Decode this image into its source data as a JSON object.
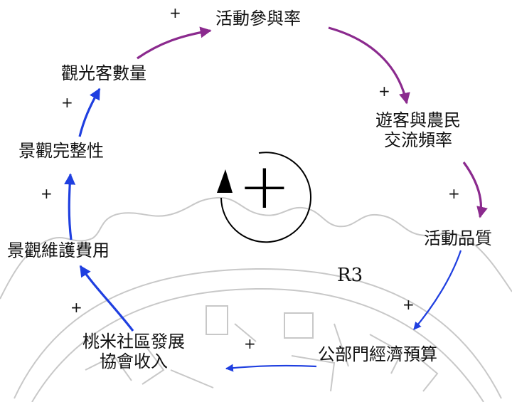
{
  "diagram": {
    "loop_id": "R3",
    "loop_polarity": "+",
    "colors": {
      "arrow_purple": "#8B2A8E",
      "arrow_blue": "#1F3FE0",
      "watermark": "#c8c8c8",
      "text": "#111111"
    },
    "nodes": {
      "participation_rate": "活動參與率",
      "visitor_farmer_exchange_line1": "遊客與農民",
      "visitor_farmer_exchange_line2": "交流頻率",
      "activity_quality": "活動品質",
      "public_budget": "公部門經濟預算",
      "association_income_line1": "桃米社區發展",
      "association_income_line2": "協會收入",
      "landscape_maintenance": "景觀維護費用",
      "landscape_integrity": "景觀完整性",
      "tourist_count": "觀光客數量"
    },
    "links": [
      {
        "from": "tourist_count",
        "to": "participation_rate",
        "polarity": "+",
        "color": "purple"
      },
      {
        "from": "participation_rate",
        "to": "visitor_farmer_exchange",
        "polarity": "+",
        "color": "purple"
      },
      {
        "from": "visitor_farmer_exchange",
        "to": "activity_quality",
        "polarity": "+",
        "color": "purple"
      },
      {
        "from": "activity_quality",
        "to": "public_budget",
        "polarity": "+",
        "color": "blue"
      },
      {
        "from": "public_budget",
        "to": "association_income",
        "polarity": "+",
        "color": "blue"
      },
      {
        "from": "association_income",
        "to": "landscape_maintenance",
        "polarity": "+",
        "color": "blue"
      },
      {
        "from": "landscape_maintenance",
        "to": "landscape_integrity",
        "polarity": "+",
        "color": "blue"
      },
      {
        "from": "landscape_integrity",
        "to": "tourist_count",
        "polarity": "+",
        "color": "blue"
      }
    ]
  }
}
